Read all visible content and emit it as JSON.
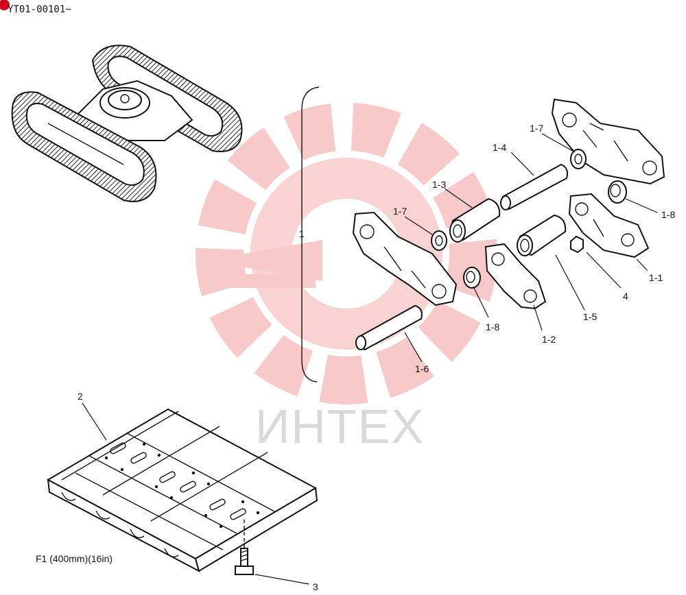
{
  "serial": "YT01-00101~",
  "watermark": {
    "text": "ИНТЕХ",
    "gear_color": "#f6b8b8",
    "text_color": "#d9d9d9"
  },
  "shoe_label": "F1 (400mm)(16in)",
  "callouts": {
    "group": "1",
    "link_right_outer": "1-1",
    "link_left_inner": "1-2",
    "bushing_upper": "1-3",
    "pin_upper": "1-4",
    "bushing_lower": "1-5",
    "pin_lower": "1-6",
    "seal_upper": "1-7",
    "seal_left": "1-7",
    "spacer_right": "1-8",
    "spacer_lower": "1-8",
    "shoe": "2",
    "bolt": "3",
    "nut": "4"
  },
  "colors": {
    "line": "#111111",
    "background": "#ffffff",
    "badge": "#d0021b"
  }
}
